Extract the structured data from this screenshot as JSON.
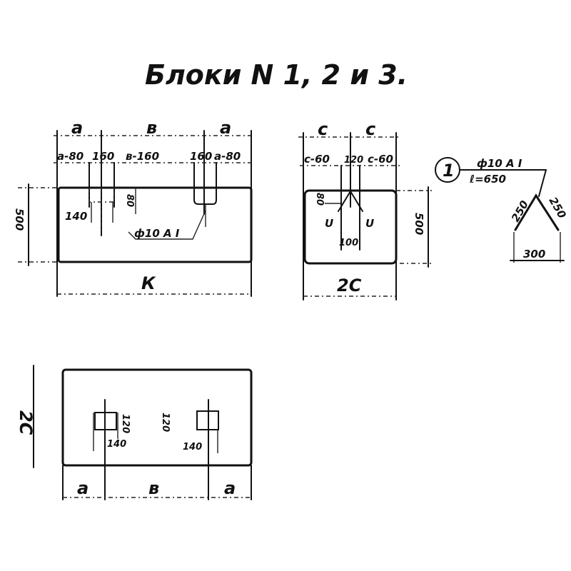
{
  "title": "Блоки N 1, 2 и 3.",
  "colors": {
    "ink": "#111111",
    "paper": "#ffffff"
  },
  "front_view": {
    "top_labels": {
      "left_a": "a",
      "middle_b": "в",
      "right_a": "a"
    },
    "sub_dims": {
      "left": "a-80",
      "slot_left": "160",
      "middle": "в-160",
      "slot_right": "160",
      "right": "a-80"
    },
    "height": "500",
    "length_label": "К",
    "slot_depth": "80",
    "slot_dim": "140",
    "rebar_callout": "ф10 А I"
  },
  "side_view": {
    "top_labels": {
      "left_c": "c",
      "right_c": "c"
    },
    "sub_dims": {
      "left": "c-60",
      "middle": "120",
      "right": "c-60"
    },
    "height": "500",
    "width_label": "2С",
    "slot_depth": "80",
    "bottom_gap": "100",
    "hook_mark": "U"
  },
  "rebar_detail": {
    "position_mark": "1",
    "spec": "ф10 А I",
    "length": "ℓ=650",
    "leg_left": "250",
    "leg_right": "250",
    "base": "300"
  },
  "plan_view": {
    "height_label": "2С",
    "bottom_labels": {
      "left_a": "a",
      "middle_b": "в",
      "right_a": "a"
    },
    "left_slot_dim": "120",
    "left_slot_width": "140",
    "right_slot_dim": "120",
    "right_slot_width": "140"
  }
}
